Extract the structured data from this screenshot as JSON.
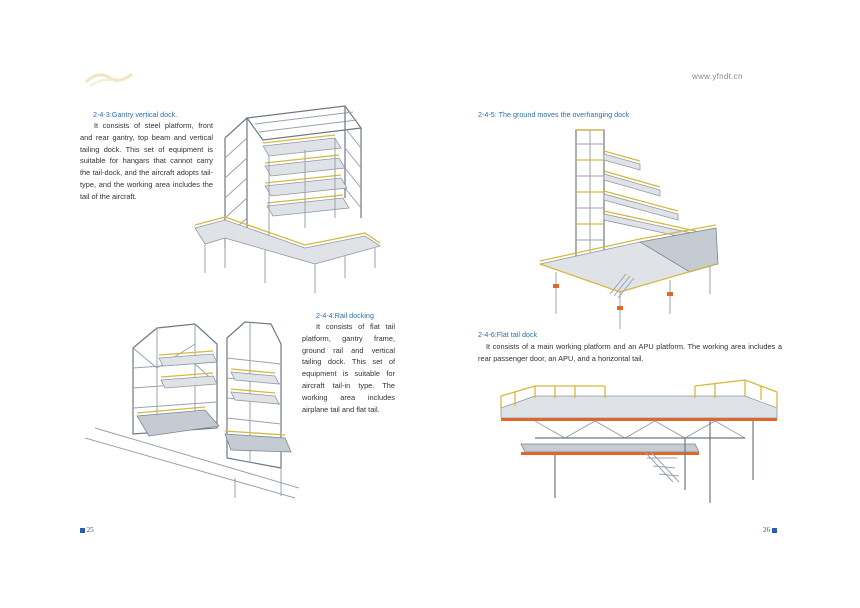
{
  "header": {
    "website": "www.yfndt.cn"
  },
  "sections": [
    {
      "heading": "2-4-3:Gantry vertical dock.",
      "body": "It consists of steel platform, front and rear gantry, top beam and vertical tailing dock. This set of equipment is suitable for hangars that cannot carry the tail-dock, and the aircraft adopts tail-type, and the working area includes the tail of the aircraft."
    },
    {
      "heading": "2-4-4:Rail docking",
      "body": "It consists of flat tail platform, gantry frame, ground rail and vertical tailing dock. This set of equipment is suitable for aircraft tail-in type. The working area includes airplane tail and flat tail."
    },
    {
      "heading": "2-4-5: The ground moves the overhanging dock",
      "body": ""
    },
    {
      "heading": "2-4-6:Flat tail dock",
      "body": "It consists of a main working platform and an APU platform. The working area includes a rear passenger door, an APU, and a horizontal tail."
    }
  ],
  "footer": {
    "left_page": "25",
    "right_page": "26"
  },
  "colors": {
    "heading": "#2a6fb0",
    "page_marker": "#2a5cb0",
    "rail": "#d6b93e",
    "accent_orange": "#e0662a"
  },
  "icons": [
    "logo-mark-icon",
    "page-marker-icon"
  ]
}
